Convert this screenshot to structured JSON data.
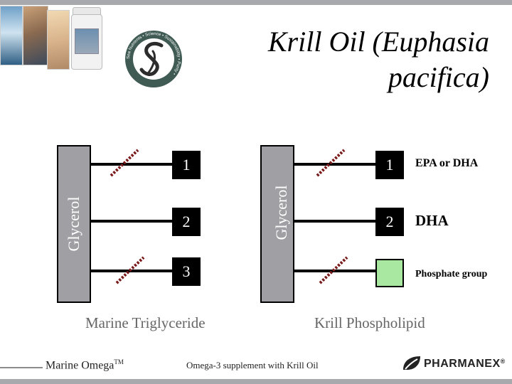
{
  "slide": {
    "title": "Krill Oil (Euphasia pacifica)",
    "colors": {
      "accent_bar": "#a7a9ac",
      "glycerol": "#a0a0a4",
      "phosphate": "#a8e8a0",
      "break_mark": "#7a1b1b"
    }
  },
  "seal": {
    "icon": "nu-skin-seal-icon",
    "ring_text": "Sea Nutrients • Science • Sustainability • Purity •"
  },
  "triglyceride": {
    "backbone": "Glycerol",
    "chains": [
      "1",
      "2",
      "3"
    ],
    "caption": "Marine Triglyceride"
  },
  "phospholipid": {
    "backbone": "Glycerol",
    "chains": [
      "1",
      "2"
    ],
    "labels": [
      "EPA or DHA",
      "DHA",
      "Phosphate group"
    ],
    "caption": "Krill Phospholipid"
  },
  "footer": {
    "left_text": "Marine Omega",
    "left_tm": "TM",
    "center_text": "Omega-3 supplement with Krill Oil",
    "brand_text": "PHARMANEX",
    "brand_mark": "®",
    "brand_icon": "pharmanex-leaf-icon"
  }
}
